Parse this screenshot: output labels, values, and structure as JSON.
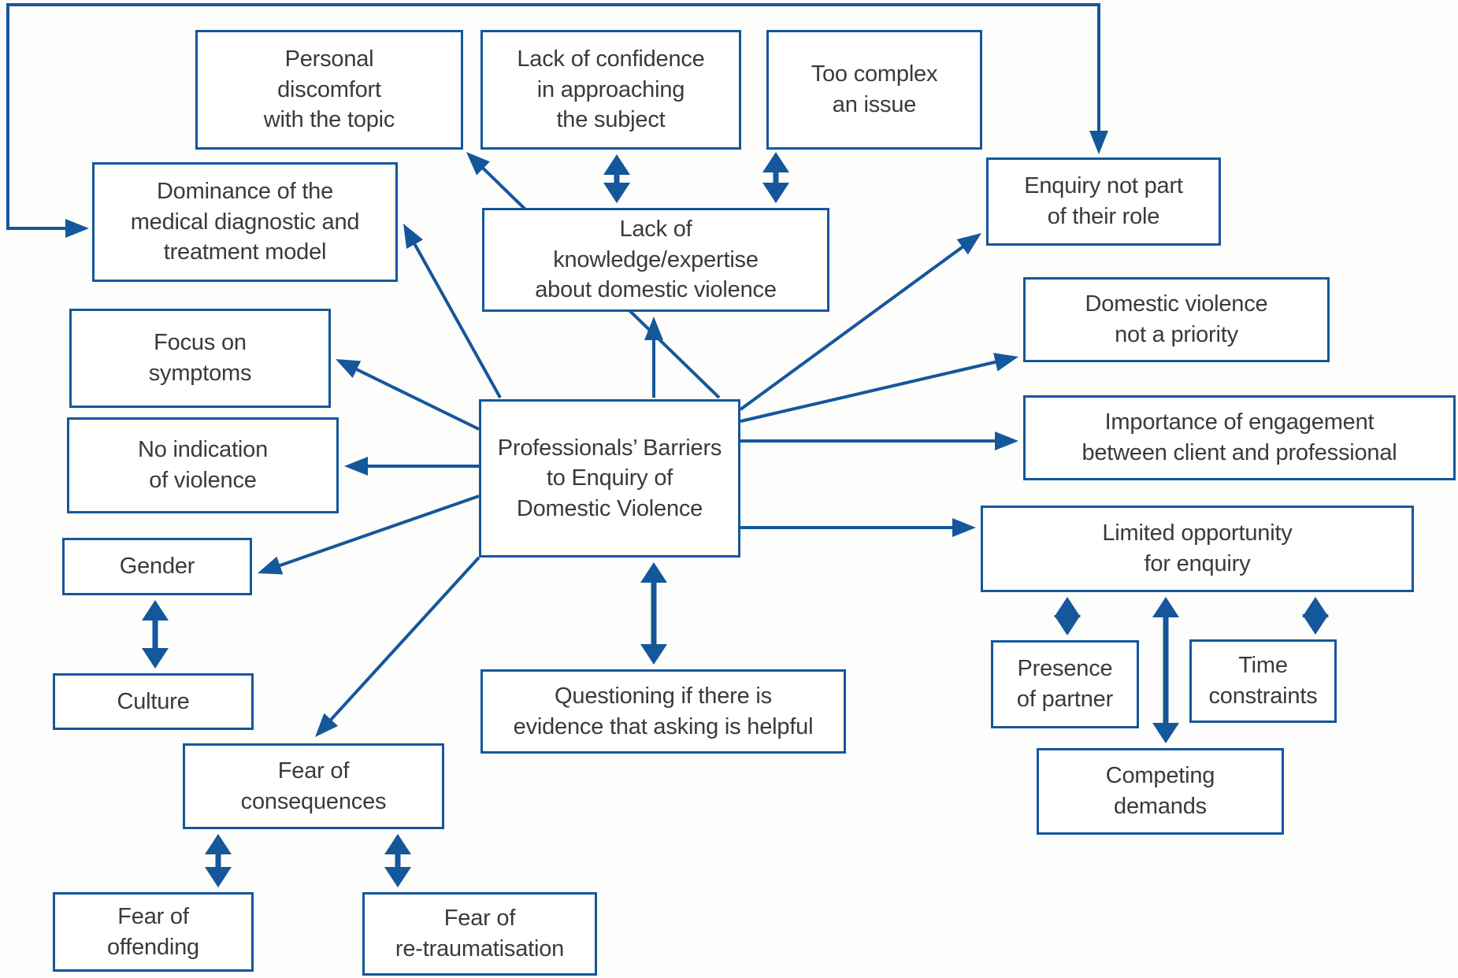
{
  "diagram": {
    "description": "Concept map of professionals' barriers to enquiry of domestic violence",
    "central_node": "central"
  },
  "colors": {
    "line": "#15579b",
    "text": "#3a3a3b",
    "box_fill": "#ffffff",
    "background": "#fdfdfb"
  },
  "nodes": [
    {
      "id": "personal-discomfort",
      "label": "Personal\ndiscomfort\nwith the topic"
    },
    {
      "id": "lack-of-confidence",
      "label": "Lack of confidence\nin approaching\nthe subject"
    },
    {
      "id": "too-complex",
      "label": "Too complex\nan issue"
    },
    {
      "id": "enquiry-not-part",
      "label": "Enquiry not part\nof their role"
    },
    {
      "id": "dominance-medical-model",
      "label": "Dominance of the\nmedical diagnostic and\ntreatment model"
    },
    {
      "id": "lack-of-knowledge",
      "label": "Lack of\nknowledge/expertise\nabout domestic violence"
    },
    {
      "id": "focus-on-symptoms",
      "label": "Focus on\nsymptoms"
    },
    {
      "id": "domestic-violence-priority",
      "label": "Domestic violence\nnot a priority"
    },
    {
      "id": "central",
      "label": "Professionals’ Barriers\nto Enquiry of\nDomestic Violence"
    },
    {
      "id": "importance-engagement",
      "label": "Importance of engagement\nbetween client and professional"
    },
    {
      "id": "no-indication",
      "label": "No indication\nof violence"
    },
    {
      "id": "limited-opportunity",
      "label": "Limited opportunity\nfor enquiry"
    },
    {
      "id": "gender",
      "label": "Gender"
    },
    {
      "id": "presence-of-partner",
      "label": "Presence\nof partner"
    },
    {
      "id": "time-constraints",
      "label": "Time\nconstraints"
    },
    {
      "id": "culture",
      "label": "Culture"
    },
    {
      "id": "questioning-evidence",
      "label": "Questioning if there is\nevidence that asking is helpful"
    },
    {
      "id": "fear-of-consequences",
      "label": "Fear of\nconsequences"
    },
    {
      "id": "competing-demands",
      "label": "Competing\ndemands"
    },
    {
      "id": "fear-of-offending",
      "label": "Fear of\noffending"
    },
    {
      "id": "fear-of-retraumatisation",
      "label": "Fear of\nre-traumatisation"
    }
  ],
  "edges": [
    {
      "id": "dominance-enquiry",
      "from": "dominance-medical-model",
      "to": "enquiry-not-part",
      "arrows": "both"
    },
    {
      "id": "central-knowledge",
      "from": "central",
      "to": "lack-of-knowledge",
      "arrows": "end"
    },
    {
      "id": "knowledge-confidence",
      "from": "lack-of-knowledge",
      "to": "lack-of-confidence",
      "arrows": "both"
    },
    {
      "id": "knowledge-toocomplex",
      "from": "lack-of-knowledge",
      "to": "too-complex",
      "arrows": "both"
    },
    {
      "id": "central-personal",
      "from": "central",
      "to": "personal-discomfort",
      "arrows": "end"
    },
    {
      "id": "central-dominance",
      "from": "central",
      "to": "dominance-medical-model",
      "arrows": "end"
    },
    {
      "id": "central-focus",
      "from": "central",
      "to": "focus-on-symptoms",
      "arrows": "end"
    },
    {
      "id": "central-noindication",
      "from": "central",
      "to": "no-indication",
      "arrows": "end"
    },
    {
      "id": "central-gender",
      "from": "central",
      "to": "gender",
      "arrows": "end"
    },
    {
      "id": "gender-culture",
      "from": "gender",
      "to": "culture",
      "arrows": "both"
    },
    {
      "id": "central-fear",
      "from": "central",
      "to": "fear-of-consequences",
      "arrows": "end"
    },
    {
      "id": "fear-offending",
      "from": "fear-of-consequences",
      "to": "fear-of-offending",
      "arrows": "both"
    },
    {
      "id": "fear-retraumatisation",
      "from": "fear-of-consequences",
      "to": "fear-of-retraumatisation",
      "arrows": "both"
    },
    {
      "id": "central-questioning",
      "from": "central",
      "to": "questioning-evidence",
      "arrows": "both"
    },
    {
      "id": "central-enquiry",
      "from": "central",
      "to": "enquiry-not-part",
      "arrows": "end"
    },
    {
      "id": "central-priority",
      "from": "central",
      "to": "domestic-violence-priority",
      "arrows": "end"
    },
    {
      "id": "central-importance",
      "from": "central",
      "to": "importance-engagement",
      "arrows": "end"
    },
    {
      "id": "central-limited",
      "from": "central",
      "to": "limited-opportunity",
      "arrows": "end"
    },
    {
      "id": "limited-presence",
      "from": "limited-opportunity",
      "to": "presence-of-partner",
      "arrows": "both"
    },
    {
      "id": "limited-competing",
      "from": "limited-opportunity",
      "to": "competing-demands",
      "arrows": "both"
    },
    {
      "id": "limited-time",
      "from": "limited-opportunity",
      "to": "time-constraints",
      "arrows": "both"
    }
  ]
}
